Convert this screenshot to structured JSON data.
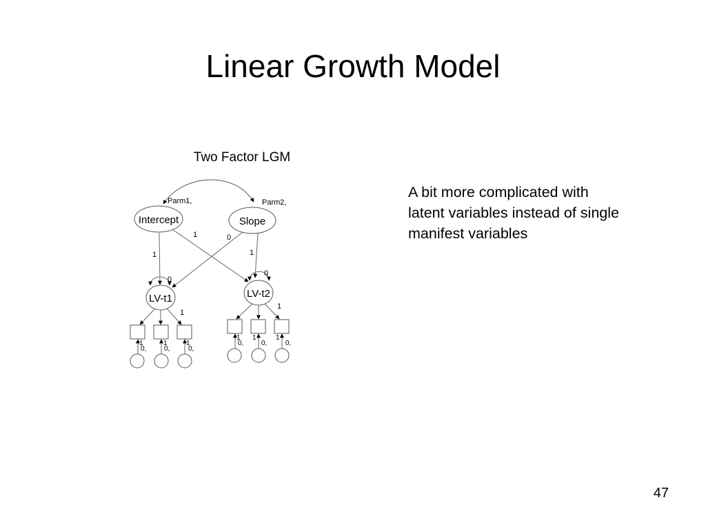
{
  "slide": {
    "title": "Linear Growth Model",
    "page_number": "47"
  },
  "diagram": {
    "title": "Two Factor LGM",
    "nodes": {
      "intercept": "Intercept",
      "slope": "Slope",
      "lv_t1": "LV-t1",
      "lv_t2": "LV-t2"
    },
    "parameters": {
      "parm1": "Parm1,",
      "parm2": "Parm2,"
    },
    "loadings": {
      "intercept_to_t1": "1",
      "intercept_to_t2": "1",
      "slope_to_t1": "0",
      "slope_to_t2": "1",
      "t1_residual": "0",
      "t2_residual": "0",
      "t1_indicator": "1",
      "t2_indicator": "1"
    },
    "indicator_labels": {
      "t1": [
        {
          "load": "1",
          "err": "0,"
        },
        {
          "load": "1",
          "err": "0,"
        },
        {
          "load": "1",
          "err": "0,"
        }
      ],
      "t2": [
        {
          "load": "1",
          "err": "0,"
        },
        {
          "load": "1",
          "err": "0,"
        },
        {
          "load": "1",
          "err": "0,"
        }
      ]
    }
  },
  "note": {
    "lines": [
      "A bit more complicated with",
      "latent variables instead of single",
      "manifest variables"
    ]
  }
}
